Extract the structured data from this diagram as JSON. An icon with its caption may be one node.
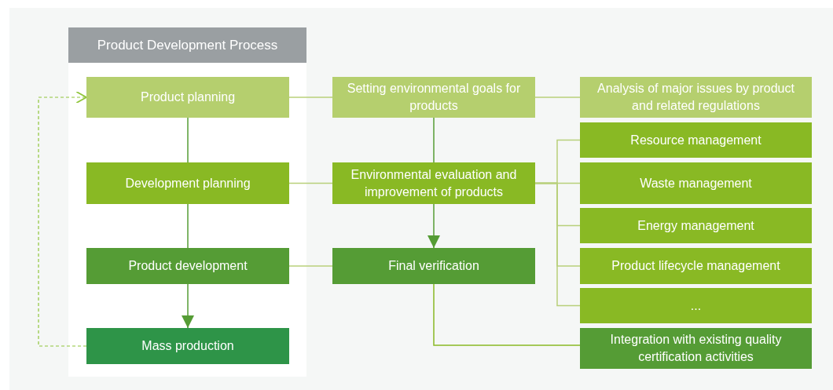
{
  "diagram": {
    "nodes": [
      {
        "text": [
          "Product Development Process"
        ]
      },
      {
        "text": [
          "Product planning"
        ],
        "in": 0
      },
      {
        "text": [
          "Development planning"
        ],
        "in": 0
      },
      {
        "text": [
          "Product development"
        ],
        "in": 0
      },
      {
        "text": [
          "Mass production"
        ],
        "in": 0
      },
      {
        "text": [
          "Setting environmental goals for products"
        ]
      },
      {
        "text": [
          "Environmental evaluation and improvement of products"
        ]
      },
      {
        "text": [
          "Final verification"
        ]
      },
      {
        "text": [
          "Analysis of major issues by product and related regulations"
        ]
      },
      {
        "text": [
          "Resource management"
        ]
      },
      {
        "text": [
          "Waste management"
        ]
      },
      {
        "text": [
          "Energy management"
        ]
      },
      {
        "text": [
          "Product lifecycle management"
        ]
      },
      {
        "text": [
          "..."
        ]
      },
      {
        "text": [
          "Integration with existing quality certification activities"
        ]
      }
    ],
    "edges": [
      {
        "from": 1,
        "to": 2,
        "arrow": "none",
        "color": "#559c35"
      },
      {
        "from": 2,
        "to": 3,
        "arrow": "none",
        "color": "#559c35"
      },
      {
        "from": 3,
        "to": 4,
        "arrow": "to",
        "color": "#559c35"
      },
      {
        "from": 4,
        "to": 1,
        "arrow": "to",
        "style": "dashed",
        "color": "#8fc53a"
      },
      {
        "from": 1,
        "to": 5,
        "arrow": "none"
      },
      {
        "from": 2,
        "to": 6,
        "arrow": "none"
      },
      {
        "from": 3,
        "to": 7,
        "arrow": "none"
      },
      {
        "from": 5,
        "to": 8,
        "arrow": "none"
      },
      {
        "from": 5,
        "to": 6,
        "arrow": "none",
        "color": "#559c35"
      },
      {
        "from": 6,
        "to": 7,
        "arrow": "to",
        "color": "#559c35"
      },
      {
        "from": 6,
        "to": 9,
        "arrow": "none"
      },
      {
        "from": 6,
        "to": 10,
        "arrow": "none"
      },
      {
        "from": 6,
        "to": 11,
        "arrow": "none"
      },
      {
        "from": 6,
        "to": 12,
        "arrow": "none"
      },
      {
        "from": 6,
        "to": 13,
        "arrow": "none"
      },
      {
        "from": 7,
        "to": 14,
        "arrow": "none",
        "color": "#89b924"
      }
    ]
  }
}
